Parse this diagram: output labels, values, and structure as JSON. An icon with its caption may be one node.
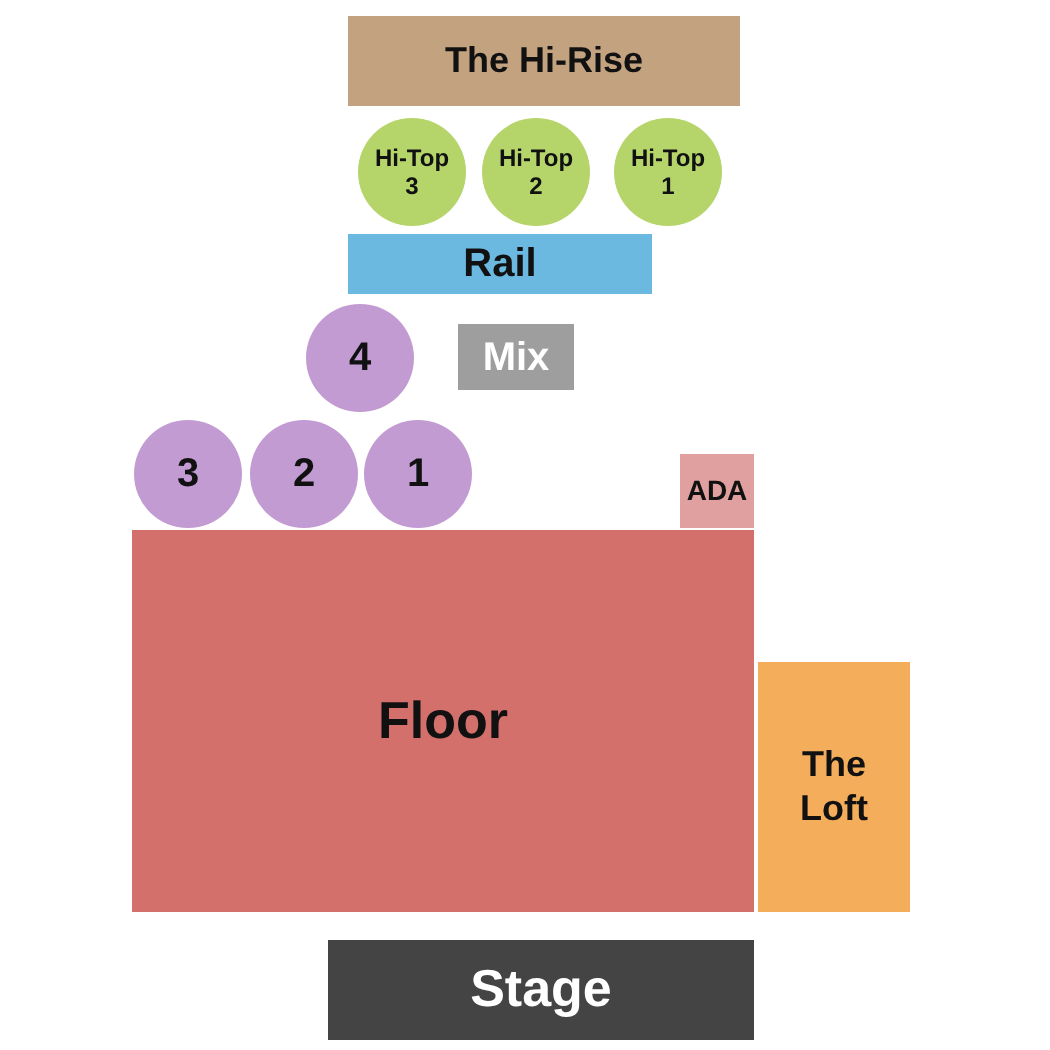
{
  "diagram": {
    "nodes": [
      {
        "text": [
          "The Hi-Rise"
        ]
      },
      {
        "text": [
          "Hi-Top 3"
        ]
      },
      {
        "text": [
          "Hi-Top 2"
        ]
      },
      {
        "text": [
          "Hi-Top 1"
        ]
      },
      {
        "text": [
          "Rail"
        ]
      },
      {
        "text": [
          "4"
        ]
      },
      {
        "text": [
          "Mix"
        ]
      },
      {
        "text": [
          "3"
        ]
      },
      {
        "text": [
          "2"
        ]
      },
      {
        "text": [
          "1"
        ]
      },
      {
        "text": [
          "ADA"
        ]
      },
      {
        "text": [
          "Floor"
        ]
      },
      {
        "text": [
          "The Loft"
        ]
      },
      {
        "text": [
          "Stage"
        ]
      }
    ]
  }
}
